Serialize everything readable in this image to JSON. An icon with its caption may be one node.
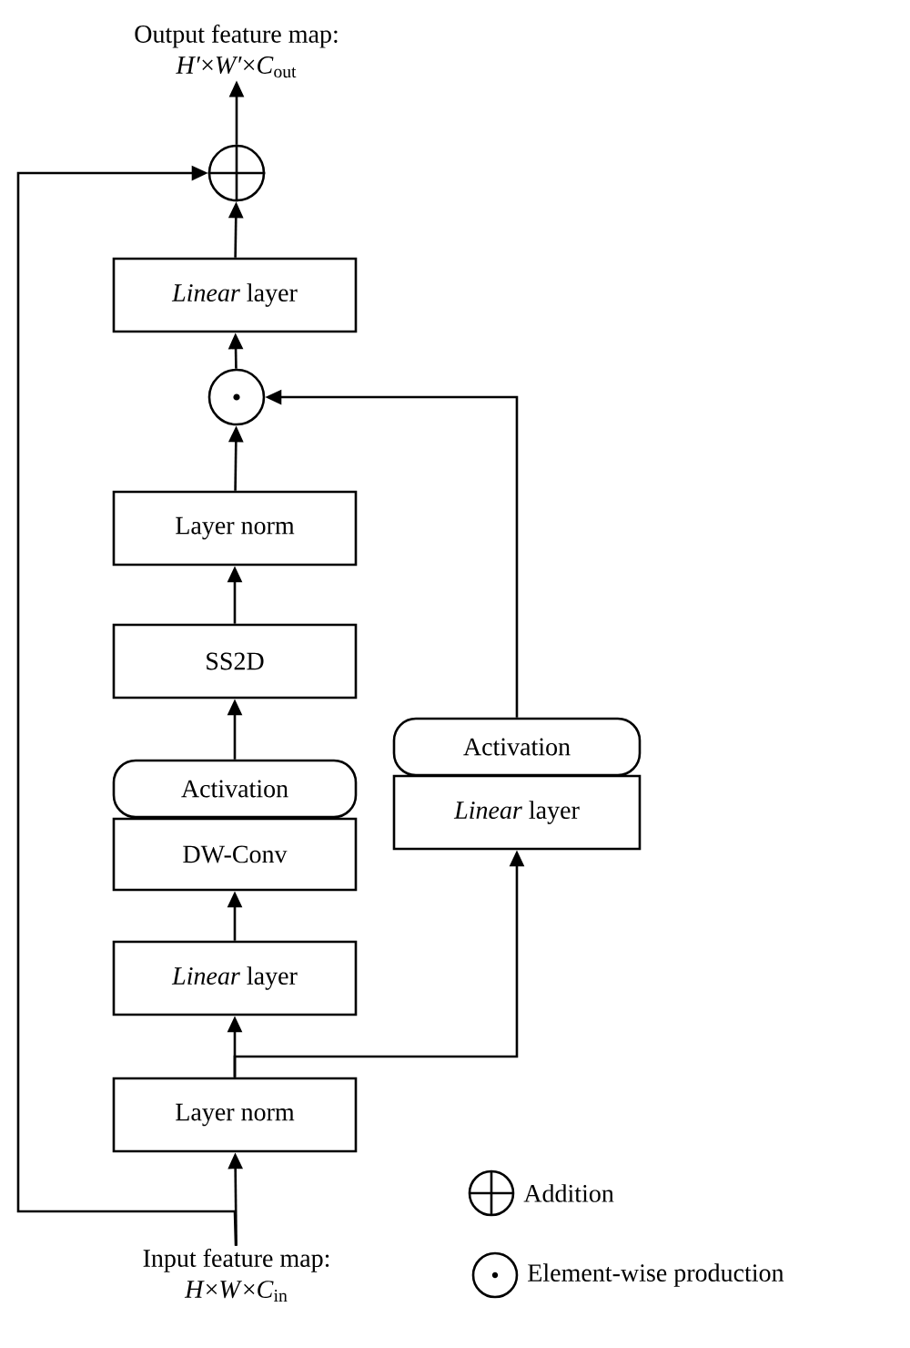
{
  "diagram": {
    "nodes": [
      {
        "text": [
          "Output feature map:",
          "*H′*×*W′*×*C*$_{out}$"
        ]
      },
      {
        "text": [],
        "shape": "circle"
      },
      {
        "text": [
          "*Linear* layer"
        ]
      },
      {
        "text": [],
        "shape": "circle"
      },
      {
        "text": [
          "Layer norm"
        ]
      },
      {
        "text": [
          "SS2D"
        ]
      },
      {
        "text": [
          "Activation"
        ]
      },
      {
        "text": [
          "DW-Conv"
        ]
      },
      {
        "text": [
          "*Linear* layer"
        ]
      },
      {
        "text": [
          "Activation"
        ]
      },
      {
        "text": [
          "*Linear* layer"
        ]
      },
      {
        "text": [
          "Layer norm"
        ]
      },
      {
        "text": [
          "Input feature map:",
          "*H*×*W*×*C*$_{in}$"
        ]
      }
    ],
    "edges": [
      {
        "from": 12,
        "to": 11,
        "arrow": "to"
      },
      {
        "from": 11,
        "to": 8,
        "arrow": "to"
      },
      {
        "from": 11,
        "to": 10,
        "arrow": "to"
      },
      {
        "from": 8,
        "to": 7,
        "arrow": "to"
      },
      {
        "from": 6,
        "to": 5,
        "arrow": "to"
      },
      {
        "from": 5,
        "to": 4,
        "arrow": "to"
      },
      {
        "from": 4,
        "to": 3,
        "arrow": "to"
      },
      {
        "from": 9,
        "to": 3,
        "arrow": "to"
      },
      {
        "from": 3,
        "to": 2,
        "arrow": "to"
      },
      {
        "from": 2,
        "to": 1,
        "arrow": "to"
      },
      {
        "from": 1,
        "to": 0,
        "arrow": "to"
      },
      {
        "from": 12,
        "to": 1,
        "arrow": "to"
      }
    ],
    "legend": [
      {
        "text": "Addition"
      },
      {
        "text": "Element-wise production"
      }
    ]
  }
}
